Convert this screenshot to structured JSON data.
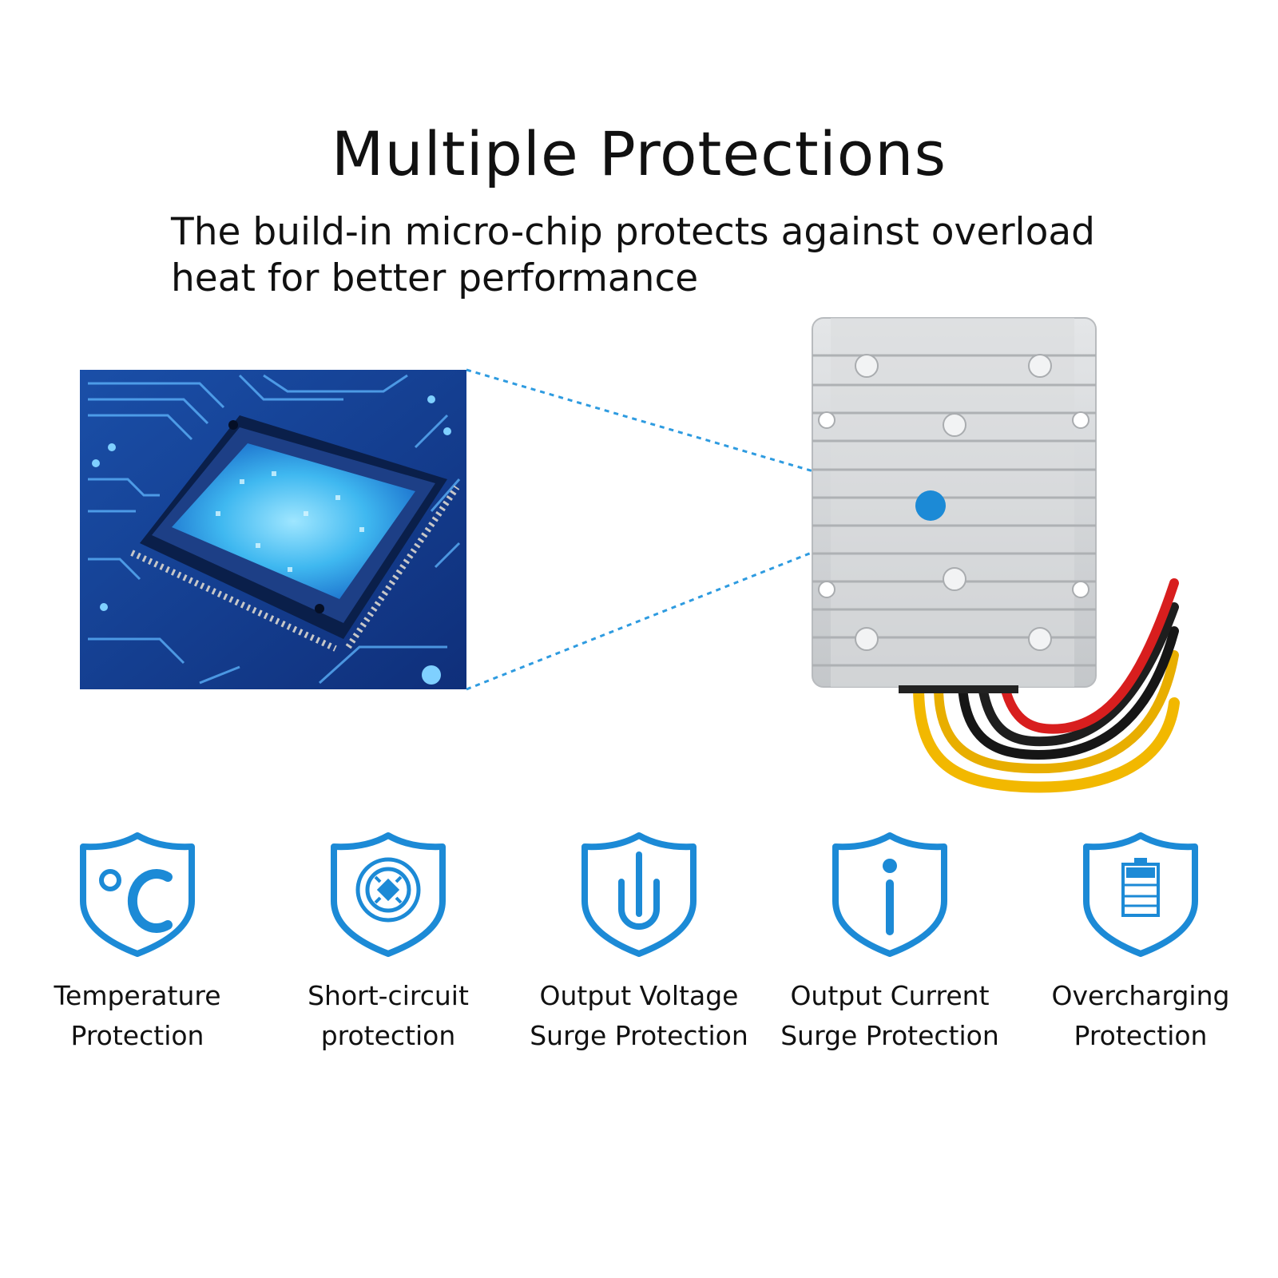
{
  "title": "Multiple Protections",
  "subtitle": {
    "line1": "The build-in micro-chip protects against overload",
    "line2": "heat for better performance"
  },
  "colors": {
    "accent": "#1c8ad6",
    "callout": "#2e9be0",
    "housing": "#d4d6d8"
  },
  "features": [
    {
      "icon": "thermometer-celsius-icon",
      "line1": "Temperature",
      "line2": "Protection"
    },
    {
      "icon": "short-circuit-icon",
      "line1": "Short-circuit",
      "line2": "protection"
    },
    {
      "icon": "voltage-surge-icon",
      "line1": "Output Voltage",
      "line2": "Surge Protection"
    },
    {
      "icon": "current-info-icon",
      "line1": "Output Current",
      "line2": "Surge Protection"
    },
    {
      "icon": "battery-icon",
      "line1": "Overcharging",
      "line2": "Protection"
    }
  ]
}
